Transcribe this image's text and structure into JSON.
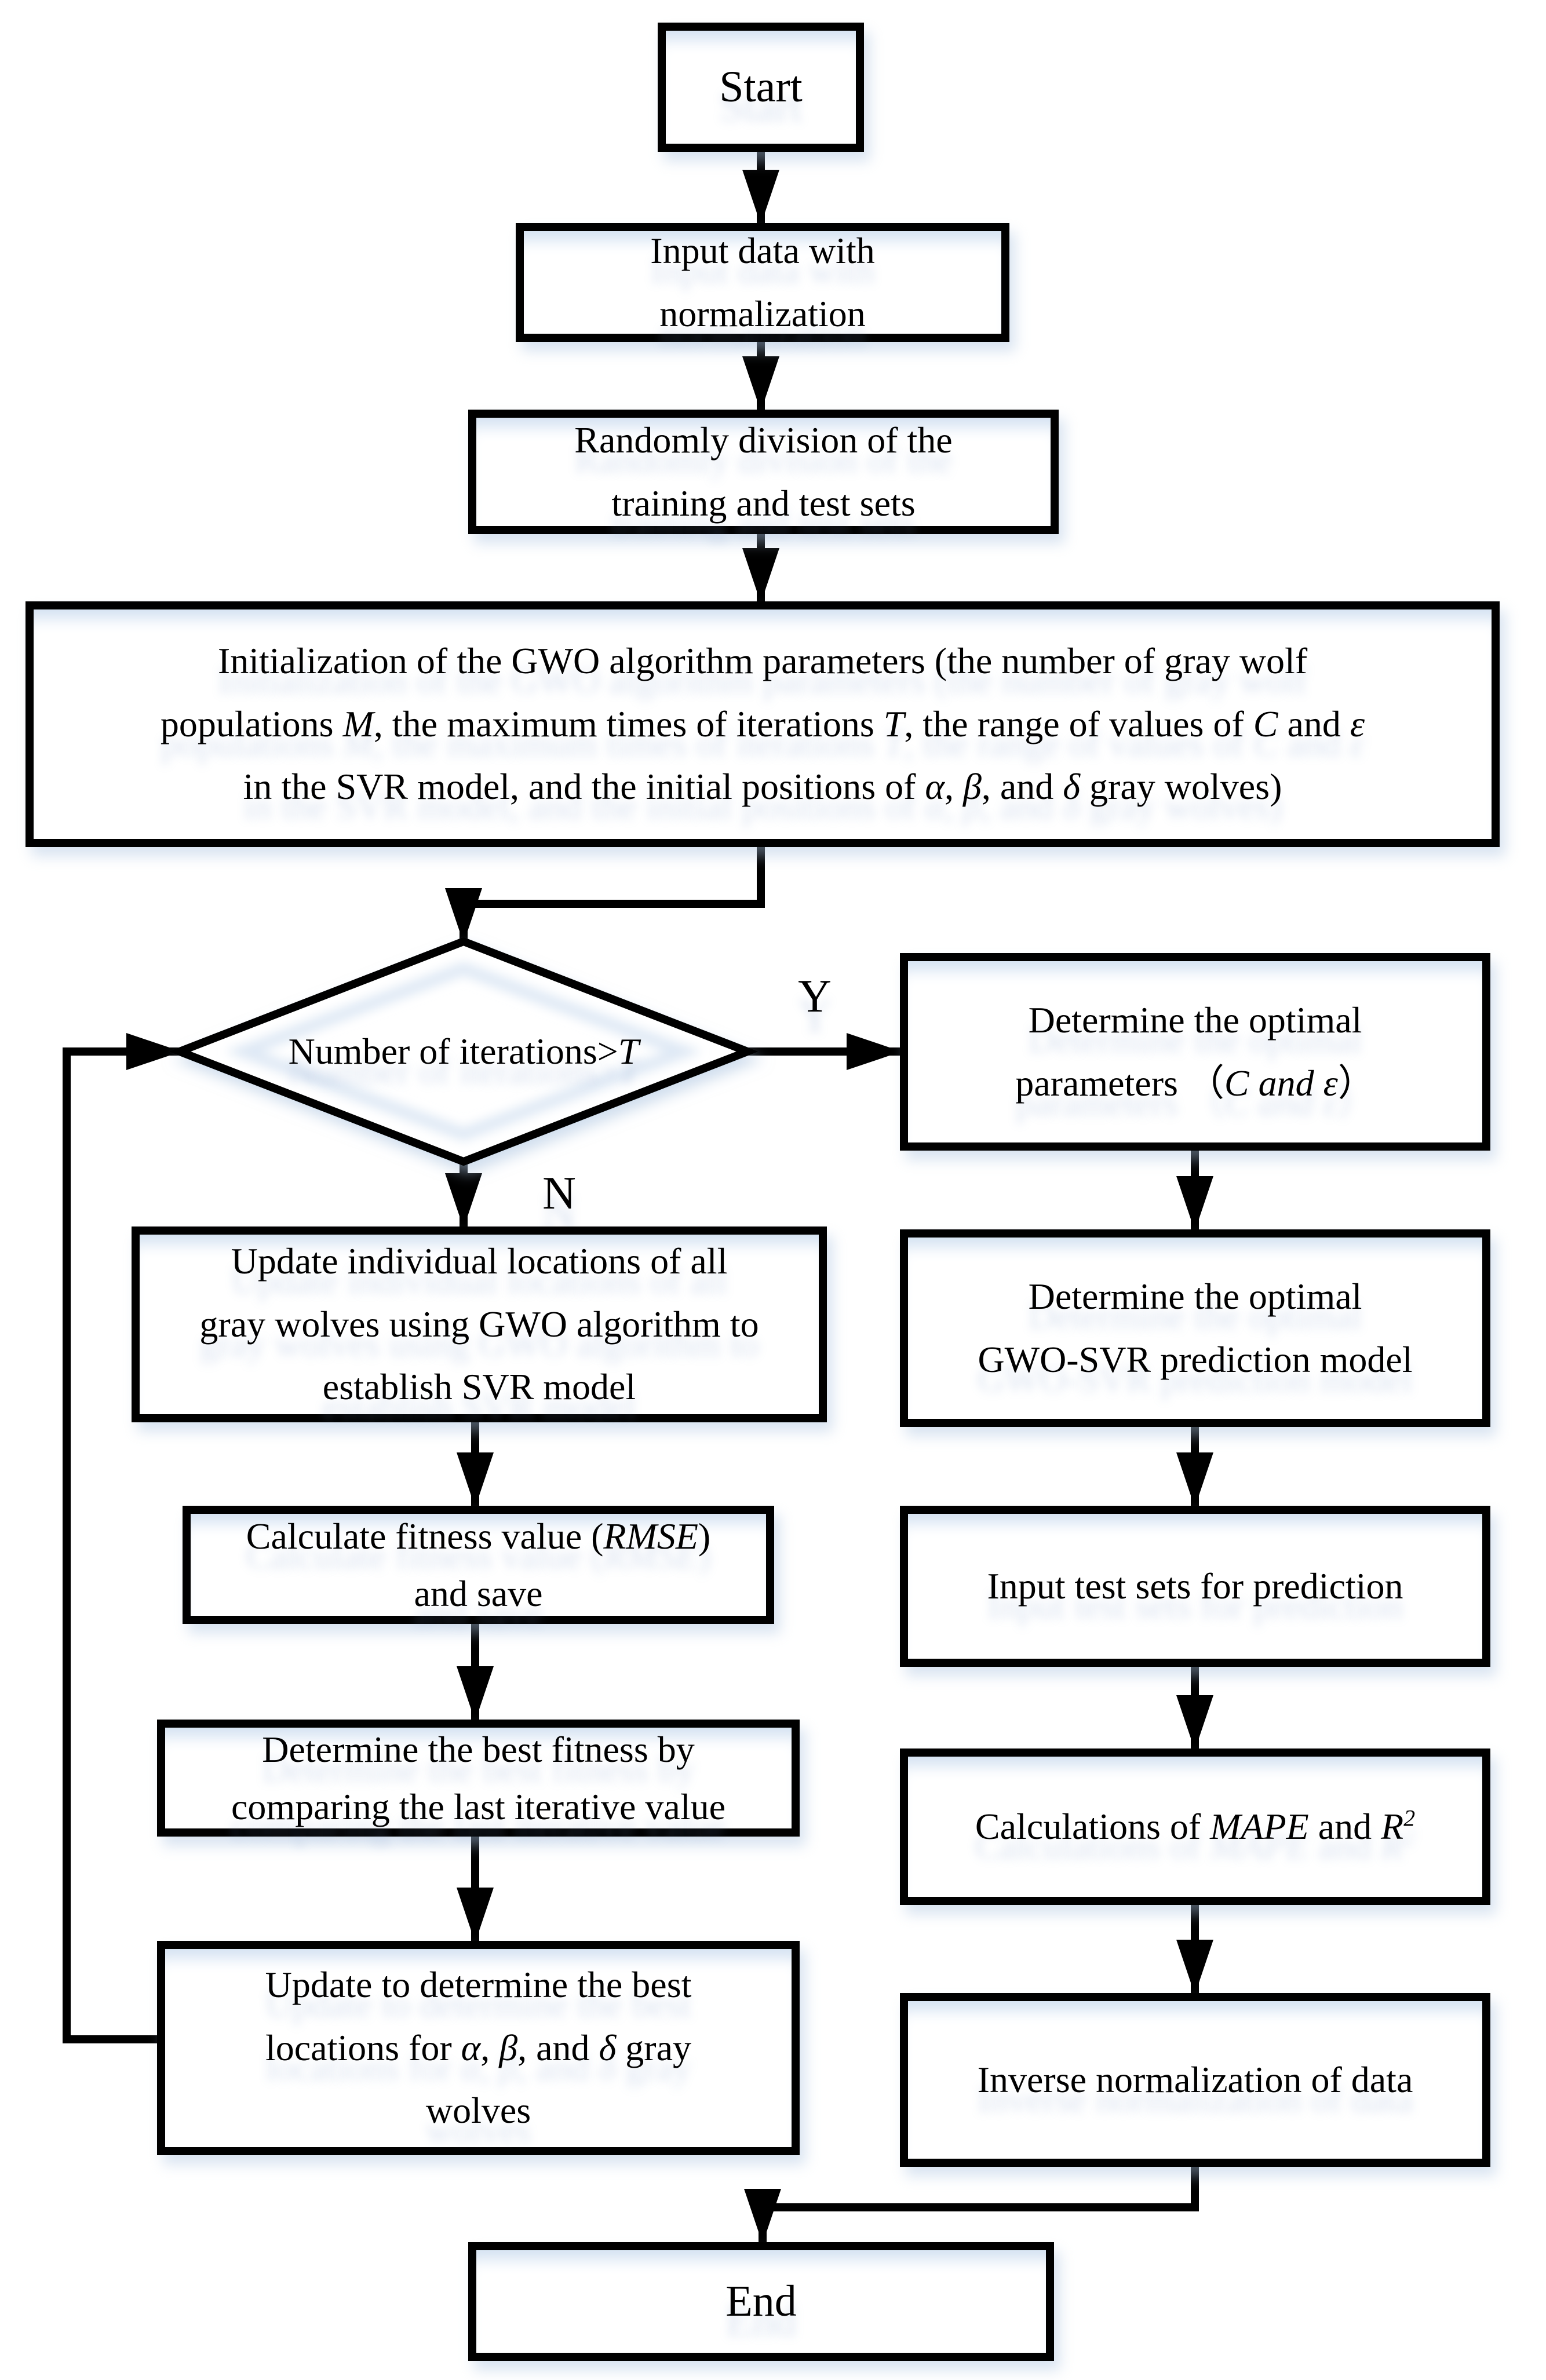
{
  "flowchart": {
    "colors": {
      "line": "#000000",
      "box_fill": "#ffffff",
      "box_border": "#000000",
      "glow": "#d4e2f2",
      "text": "#000000"
    },
    "edge_labels": {
      "yes": "Y",
      "no": "N"
    },
    "nodes": {
      "start": {
        "label": "Start"
      },
      "end": {
        "label": "End"
      },
      "input_data": {
        "lines": [
          [
            "Input data with"
          ],
          [
            "normalization"
          ]
        ]
      },
      "random_division": {
        "lines": [
          [
            "Randomly division of the"
          ],
          [
            "training and test sets"
          ]
        ]
      },
      "initialization": {
        "lines": [
          [
            "Initialization of  the GWO algorithm parameters (the number of gray wolf"
          ],
          [
            "populations ",
            {
              "t": "M",
              "st": "i"
            },
            ", the maximum times of iterations ",
            {
              "t": "T",
              "st": "i"
            },
            ", the range of values of ",
            {
              "t": "C",
              "st": "i"
            },
            " and ",
            {
              "t": "ε",
              "st": "i"
            }
          ],
          [
            "in the SVR model, and the initial positions of ",
            {
              "t": "α",
              "st": "i"
            },
            ", ",
            {
              "t": "β",
              "st": "i"
            },
            ", and ",
            {
              "t": "δ",
              "st": "i"
            },
            " gray wolves)"
          ]
        ]
      },
      "decision_iterations": {
        "lines": [
          [
            "Number of iterations>",
            {
              "t": "T",
              "st": "i"
            }
          ]
        ]
      },
      "update_locations": {
        "lines": [
          [
            "Update  individual locations of all"
          ],
          [
            "gray wolves using GWO algorithm to"
          ],
          [
            "establish SVR model"
          ]
        ]
      },
      "calc_fitness": {
        "lines": [
          [
            "Calculate fitness value (",
            {
              "t": "RMSE",
              "st": "i"
            },
            ")"
          ],
          [
            "and save"
          ]
        ]
      },
      "best_fitness": {
        "lines": [
          [
            "Determine the best fitness by"
          ],
          [
            "comparing the last iterative value"
          ]
        ]
      },
      "update_best_locations": {
        "lines": [
          [
            "Update to determine the best"
          ],
          [
            "locations for ",
            {
              "t": "α",
              "st": "i"
            },
            ", ",
            {
              "t": "β",
              "st": "i"
            },
            ", and ",
            {
              "t": "δ",
              "st": "i"
            },
            " gray"
          ],
          [
            "wolves"
          ]
        ]
      },
      "optimal_parameters": {
        "lines": [
          [
            "Determine the optimal"
          ],
          [
            "parameters （",
            {
              "t": "C and ε",
              "st": "i"
            },
            "）"
          ]
        ]
      },
      "optimal_model": {
        "lines": [
          [
            "Determine the optimal"
          ],
          [
            "GWO-SVR  prediction model"
          ]
        ]
      },
      "input_test_sets": {
        "lines": [
          [
            "Input test sets for prediction"
          ]
        ]
      },
      "calc_mape": {
        "lines": [
          [
            "Calculations of ",
            {
              "t": "MAPE",
              "st": "i"
            },
            " and ",
            {
              "t": "R",
              "st": "i"
            },
            {
              "t": "2",
              "st": "isup"
            }
          ]
        ]
      },
      "inverse_normalization": {
        "lines": [
          [
            "Inverse normalization of data"
          ]
        ]
      }
    }
  }
}
